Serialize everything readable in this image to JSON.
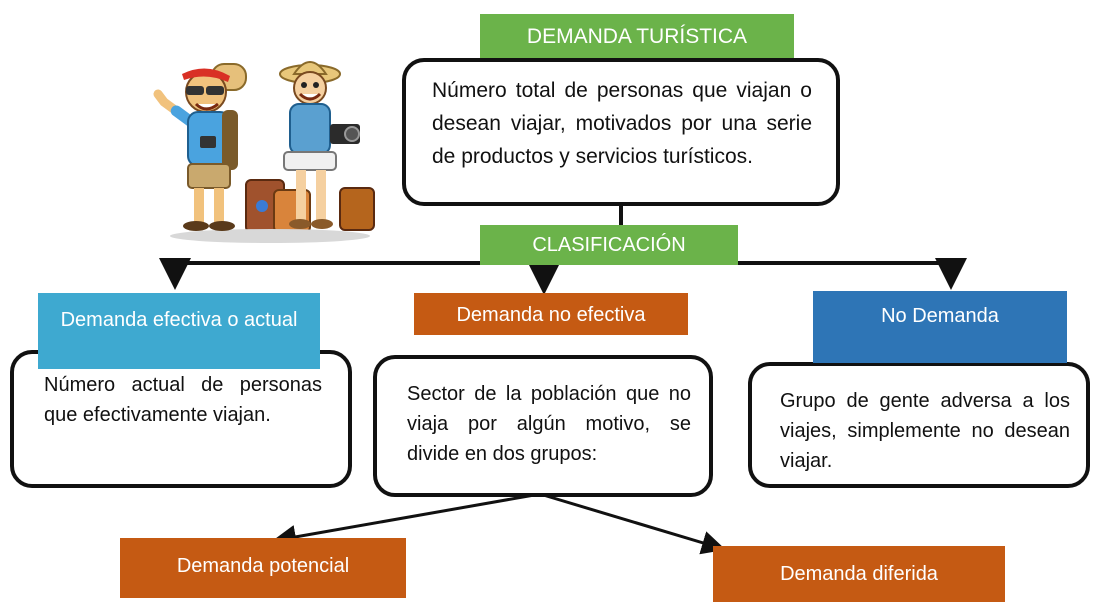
{
  "title": "DEMANDA TURÍSTICA",
  "definition": "Número total de personas que viajan o desean viajar, motivados por una serie de productos y servicios turísticos.",
  "classification": "CLASIFICACIÓN",
  "categories": [
    {
      "title": "Demanda efectiva o actual",
      "text": "Número actual de personas que efectivamente viajan."
    },
    {
      "title": "Demanda no efectiva",
      "text": "Sector de la población que no viaja por algún motivo, se divide en dos grupos:"
    },
    {
      "title": "No Demanda",
      "text": "Grupo de gente adversa a los viajes, simplemente no desean viajar."
    }
  ],
  "subcategories": [
    {
      "title": "Demanda potencial"
    },
    {
      "title": "Demanda diferida"
    }
  ],
  "colors": {
    "green": "#6bb34a",
    "orange": "#c55a13",
    "cyan": "#3ea9d0",
    "blue": "#2e75b6"
  },
  "illustration": "cartoon-tourists-illustration"
}
